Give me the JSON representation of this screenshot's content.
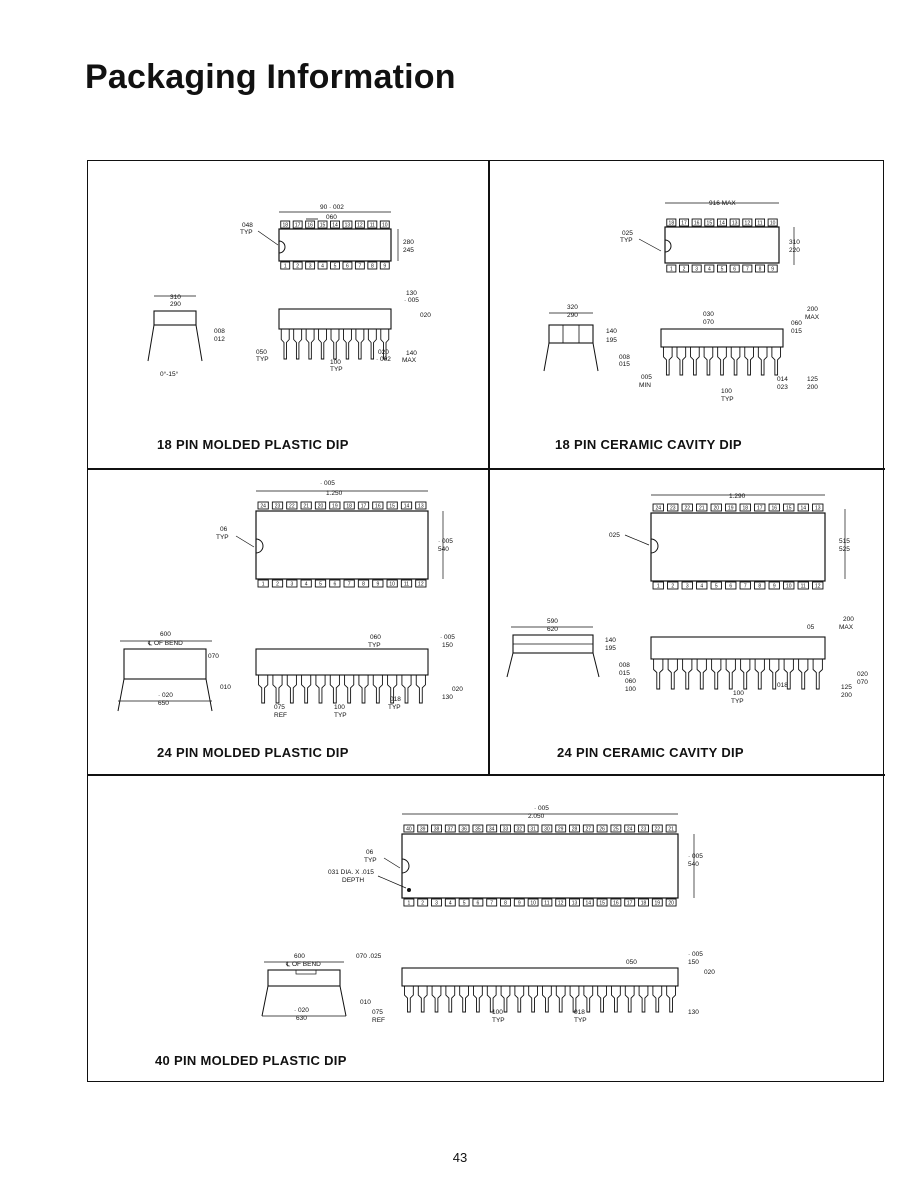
{
  "page": {
    "title": "Packaging Information",
    "page_number": "43"
  },
  "packages": [
    {
      "caption": "18 PIN MOLDED PLASTIC DIP",
      "top_labels": [
        "90 · 002",
        "060",
        "048",
        "TYP"
      ],
      "top_right": [
        "280",
        "245"
      ],
      "top_pins_top": [
        "18",
        "17",
        "16",
        "15",
        "14",
        "13",
        "12",
        "11",
        "10"
      ],
      "top_pins_bottom": [
        "1",
        "2",
        "3",
        "4",
        "5",
        "6",
        "7",
        "8",
        "9"
      ],
      "end_labels": [
        "310",
        "290",
        "008",
        "012",
        "0°-15°"
      ],
      "side_labels": [
        "130",
        "· 005",
        "020",
        "140",
        "MAX",
        "050",
        "TYP",
        "100",
        "TYP",
        "020",
        "· 002"
      ]
    },
    {
      "caption": "18 PIN CERAMIC CAVITY DIP",
      "top_labels": [
        "916 MAX",
        "025",
        "TYP"
      ],
      "top_right": [
        "310",
        "220"
      ],
      "top_pins_top": [
        "18",
        "17",
        "16",
        "15",
        "14",
        "13",
        "12",
        "11",
        "10"
      ],
      "top_pins_bottom": [
        "1",
        "2",
        "3",
        "4",
        "5",
        "6",
        "7",
        "8",
        "9"
      ],
      "end_labels": [
        "320",
        "290",
        "140",
        "195",
        "008",
        "015"
      ],
      "side_labels": [
        "200",
        "MAX",
        "030",
        "070",
        "060",
        "015",
        "005",
        "MIN",
        "100",
        "TYP",
        "014",
        "023",
        "125",
        "200"
      ]
    },
    {
      "caption": "24 PIN MOLDED PLASTIC DIP",
      "top_labels": [
        "· 005",
        "1.250",
        "06",
        "TYP"
      ],
      "top_right": [
        "· 005",
        "540"
      ],
      "top_pins_top": [
        "24",
        "23",
        "22",
        "21",
        "20",
        "19",
        "18",
        "17",
        "16",
        "15",
        "14",
        "13"
      ],
      "top_pins_bottom": [
        "1",
        "2",
        "3",
        "4",
        "5",
        "6",
        "7",
        "8",
        "9",
        "10",
        "11",
        "12"
      ],
      "end_labels": [
        "600",
        "℄ OF BEND",
        "070",
        "010",
        "· 020",
        "650"
      ],
      "side_labels": [
        "060",
        "TYP",
        "· 005",
        "150",
        "020",
        "130",
        "075",
        "REF",
        "100",
        "TYP",
        "018",
        "TYP"
      ]
    },
    {
      "caption": "24 PIN CERAMIC CAVITY DIP",
      "top_labels": [
        "1.290",
        "025"
      ],
      "top_right": [
        "515",
        "525"
      ],
      "top_pins_top": [
        "24",
        "23",
        "22",
        "21",
        "20",
        "19",
        "18",
        "17",
        "16",
        "15",
        "14",
        "13"
      ],
      "top_pins_bottom": [
        "1",
        "2",
        "3",
        "4",
        "5",
        "6",
        "7",
        "8",
        "9",
        "10",
        "11",
        "12"
      ],
      "end_labels": [
        "590",
        "620",
        "140",
        "195",
        "008",
        "015"
      ],
      "side_labels": [
        "200",
        "MAX",
        "05",
        "060",
        "100",
        "018",
        "100",
        "TYP",
        "020",
        "070",
        "125",
        "200"
      ]
    },
    {
      "caption": "40 PIN MOLDED PLASTIC DIP",
      "top_labels": [
        "· 005",
        "2.050",
        "06",
        "TYP",
        "031 DIA. X .015",
        "DEPTH"
      ],
      "top_right": [
        "· 005",
        "540"
      ],
      "top_pins_top": [
        "40",
        "39",
        "38",
        "37",
        "36",
        "35",
        "34",
        "33",
        "32",
        "31",
        "30",
        "29",
        "28",
        "27",
        "26",
        "25",
        "24",
        "23",
        "22",
        "21"
      ],
      "top_pins_bottom": [
        "1",
        "2",
        "3",
        "4",
        "5",
        "6",
        "7",
        "8",
        "9",
        "10",
        "11",
        "12",
        "13",
        "14",
        "15",
        "16",
        "17",
        "18",
        "19",
        "20"
      ],
      "end_labels": [
        "600",
        "℄ OF BEND",
        "070 .025",
        "010",
        "· 020",
        "630"
      ],
      "side_labels": [
        "050",
        "· 005",
        "150",
        "020",
        "130",
        "075",
        "REF",
        "100",
        "TYP",
        "018",
        "TYP"
      ]
    }
  ]
}
